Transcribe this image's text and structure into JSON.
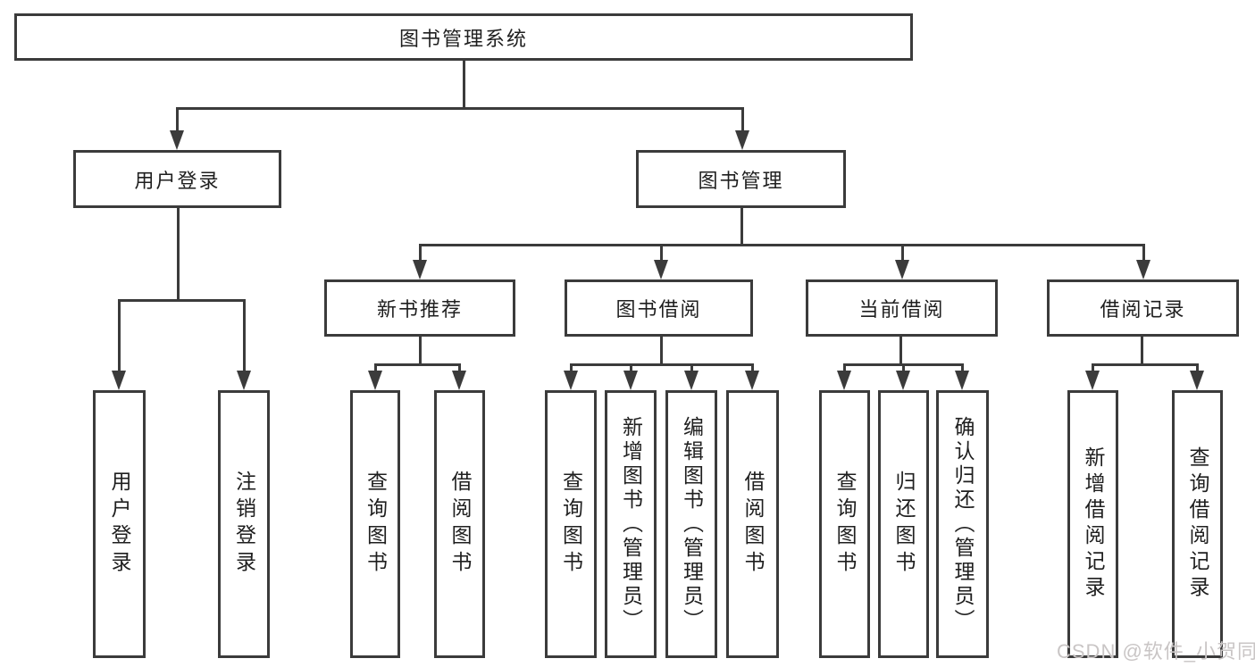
{
  "diagram": {
    "root": {
      "label": "图书管理系统"
    },
    "branches": [
      {
        "label": "用户登录"
      },
      {
        "label": "图书管理"
      }
    ],
    "modules": [
      {
        "label": "新书推荐"
      },
      {
        "label": "图书借阅"
      },
      {
        "label": "当前借阅"
      },
      {
        "label": "借阅记录"
      }
    ],
    "leaves": [
      {
        "label": "用户登录"
      },
      {
        "label": "注销登录"
      },
      {
        "label": "查询图书"
      },
      {
        "label": "借阅图书"
      },
      {
        "label": "查询图书"
      },
      {
        "label": "新增图书（管理员）"
      },
      {
        "label": "编辑图书（管理员）"
      },
      {
        "label": "借阅图书"
      },
      {
        "label": "查询图书"
      },
      {
        "label": "归还图书"
      },
      {
        "label": "确认归还（管理员）"
      },
      {
        "label": "新增借阅记录"
      },
      {
        "label": "查询借阅记录"
      }
    ]
  },
  "watermark": {
    "text": "CSDN @软件_小贺同学"
  },
  "colors": {
    "line": "#3b3b3b",
    "text": "#1f1f1f",
    "watermark": "#c9c5c5",
    "background": "#ffffff"
  }
}
